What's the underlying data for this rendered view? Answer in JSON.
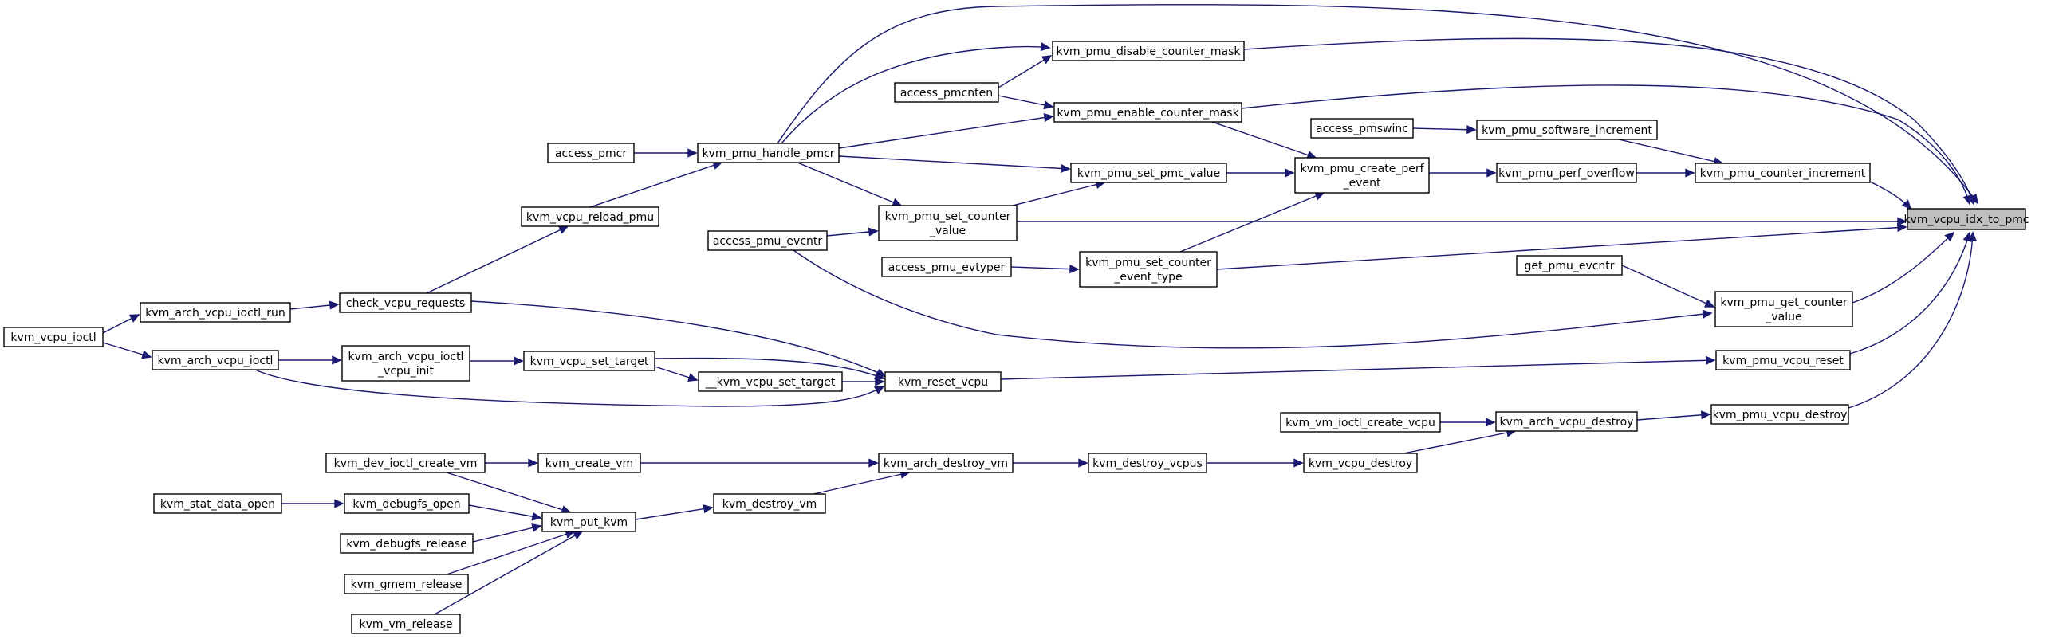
{
  "graph": {
    "target": "kvm_vcpu_idx_to_pmc",
    "nodes": [
      {
        "id": "target",
        "lines": [
          "kvm_vcpu_idx_to_pmc"
        ]
      },
      {
        "id": "disable_mask",
        "lines": [
          "kvm_pmu_disable_counter_mask"
        ]
      },
      {
        "id": "access_pmcnten",
        "lines": [
          "access_pmcnten"
        ]
      },
      {
        "id": "enable_mask",
        "lines": [
          "kvm_pmu_enable_counter_mask"
        ]
      },
      {
        "id": "access_pmswinc",
        "lines": [
          "access_pmswinc"
        ]
      },
      {
        "id": "sw_increment",
        "lines": [
          "kvm_pmu_software_increment"
        ]
      },
      {
        "id": "access_pmcr",
        "lines": [
          "access_pmcr"
        ]
      },
      {
        "id": "handle_pmcr",
        "lines": [
          "kvm_pmu_handle_pmcr"
        ]
      },
      {
        "id": "set_pmc_value",
        "lines": [
          "kvm_pmu_set_pmc_value"
        ]
      },
      {
        "id": "create_perf_event",
        "lines": [
          "kvm_pmu_create_perf",
          "_event"
        ]
      },
      {
        "id": "perf_overflow",
        "lines": [
          "kvm_pmu_perf_overflow"
        ]
      },
      {
        "id": "counter_increment",
        "lines": [
          "kvm_pmu_counter_increment"
        ]
      },
      {
        "id": "reload_pmu",
        "lines": [
          "kvm_vcpu_reload_pmu"
        ]
      },
      {
        "id": "set_counter_value",
        "lines": [
          "kvm_pmu_set_counter",
          "_value"
        ]
      },
      {
        "id": "access_pmu_evcntr",
        "lines": [
          "access_pmu_evcntr"
        ]
      },
      {
        "id": "access_pmu_evtyper",
        "lines": [
          "access_pmu_evtyper"
        ]
      },
      {
        "id": "set_counter_event_type",
        "lines": [
          "kvm_pmu_set_counter",
          "_event_type"
        ]
      },
      {
        "id": "get_pmu_evcntr",
        "lines": [
          "get_pmu_evcntr"
        ]
      },
      {
        "id": "get_counter_value",
        "lines": [
          "kvm_pmu_get_counter",
          "_value"
        ]
      },
      {
        "id": "vcpu_ioctl",
        "lines": [
          "kvm_vcpu_ioctl"
        ]
      },
      {
        "id": "arch_vcpu_ioctl_run",
        "lines": [
          "kvm_arch_vcpu_ioctl_run"
        ]
      },
      {
        "id": "check_vcpu_requests",
        "lines": [
          "check_vcpu_requests"
        ]
      },
      {
        "id": "arch_vcpu_ioctl",
        "lines": [
          "kvm_arch_vcpu_ioctl"
        ]
      },
      {
        "id": "arch_vcpu_ioctl_vcpu_init",
        "lines": [
          "kvm_arch_vcpu_ioctl",
          "_vcpu_init"
        ]
      },
      {
        "id": "vcpu_set_target",
        "lines": [
          "kvm_vcpu_set_target"
        ]
      },
      {
        "id": "__vcpu_set_target",
        "lines": [
          "__kvm_vcpu_set_target"
        ]
      },
      {
        "id": "reset_vcpu",
        "lines": [
          "kvm_reset_vcpu"
        ]
      },
      {
        "id": "pmu_vcpu_reset",
        "lines": [
          "kvm_pmu_vcpu_reset"
        ]
      },
      {
        "id": "vm_ioctl_create_vcpu",
        "lines": [
          "kvm_vm_ioctl_create_vcpu"
        ]
      },
      {
        "id": "arch_vcpu_destroy",
        "lines": [
          "kvm_arch_vcpu_destroy"
        ]
      },
      {
        "id": "pmu_vcpu_destroy",
        "lines": [
          "kvm_pmu_vcpu_destroy"
        ]
      },
      {
        "id": "dev_ioctl_create_vm",
        "lines": [
          "kvm_dev_ioctl_create_vm"
        ]
      },
      {
        "id": "create_vm",
        "lines": [
          "kvm_create_vm"
        ]
      },
      {
        "id": "arch_destroy_vm",
        "lines": [
          "kvm_arch_destroy_vm"
        ]
      },
      {
        "id": "destroy_vcpus",
        "lines": [
          "kvm_destroy_vcpus"
        ]
      },
      {
        "id": "vcpu_destroy",
        "lines": [
          "kvm_vcpu_destroy"
        ]
      },
      {
        "id": "stat_data_open",
        "lines": [
          "kvm_stat_data_open"
        ]
      },
      {
        "id": "debugfs_open",
        "lines": [
          "kvm_debugfs_open"
        ]
      },
      {
        "id": "put_kvm",
        "lines": [
          "kvm_put_kvm"
        ]
      },
      {
        "id": "destroy_vm",
        "lines": [
          "kvm_destroy_vm"
        ]
      },
      {
        "id": "debugfs_release",
        "lines": [
          "kvm_debugfs_release"
        ]
      },
      {
        "id": "gmem_release",
        "lines": [
          "kvm_gmem_release"
        ]
      },
      {
        "id": "vm_release",
        "lines": [
          "kvm_vm_release"
        ]
      }
    ],
    "edges": [
      [
        "disable_mask",
        "target"
      ],
      [
        "enable_mask",
        "target"
      ],
      [
        "counter_increment",
        "target"
      ],
      [
        "set_counter_value",
        "target"
      ],
      [
        "set_counter_event_type",
        "target"
      ],
      [
        "get_counter_value",
        "target"
      ],
      [
        "pmu_vcpu_reset",
        "target"
      ],
      [
        "pmu_vcpu_destroy",
        "target"
      ],
      [
        "handle_pmcr",
        "target"
      ],
      [
        "access_pmcnten",
        "disable_mask"
      ],
      [
        "handle_pmcr",
        "disable_mask"
      ],
      [
        "access_pmcnten",
        "enable_mask"
      ],
      [
        "handle_pmcr",
        "enable_mask"
      ],
      [
        "access_pmcr",
        "handle_pmcr"
      ],
      [
        "reload_pmu",
        "handle_pmcr"
      ],
      [
        "access_pmswinc",
        "sw_increment"
      ],
      [
        "sw_increment",
        "counter_increment"
      ],
      [
        "perf_overflow",
        "counter_increment"
      ],
      [
        "create_perf_event",
        "perf_overflow"
      ],
      [
        "set_pmc_value",
        "create_perf_event"
      ],
      [
        "enable_mask",
        "create_perf_event"
      ],
      [
        "set_counter_event_type",
        "create_perf_event"
      ],
      [
        "handle_pmcr",
        "set_pmc_value"
      ],
      [
        "set_counter_value",
        "set_pmc_value"
      ],
      [
        "handle_pmcr",
        "set_counter_value"
      ],
      [
        "access_pmu_evcntr",
        "set_counter_value"
      ],
      [
        "access_pmu_evtyper",
        "set_counter_event_type"
      ],
      [
        "get_pmu_evcntr",
        "get_counter_value"
      ],
      [
        "access_pmu_evcntr",
        "get_counter_value"
      ],
      [
        "check_vcpu_requests",
        "reload_pmu"
      ],
      [
        "arch_vcpu_ioctl_run",
        "check_vcpu_requests"
      ],
      [
        "vcpu_ioctl",
        "arch_vcpu_ioctl_run"
      ],
      [
        "vcpu_ioctl",
        "arch_vcpu_ioctl"
      ],
      [
        "arch_vcpu_ioctl",
        "arch_vcpu_ioctl_vcpu_init"
      ],
      [
        "arch_vcpu_ioctl_vcpu_init",
        "vcpu_set_target"
      ],
      [
        "vcpu_set_target",
        "__vcpu_set_target"
      ],
      [
        "check_vcpu_requests",
        "reset_vcpu"
      ],
      [
        "vcpu_set_target",
        "reset_vcpu"
      ],
      [
        "__vcpu_set_target",
        "reset_vcpu"
      ],
      [
        "arch_vcpu_ioctl",
        "reset_vcpu"
      ],
      [
        "reset_vcpu",
        "pmu_vcpu_reset"
      ],
      [
        "vm_ioctl_create_vcpu",
        "arch_vcpu_destroy"
      ],
      [
        "vcpu_destroy",
        "arch_vcpu_destroy"
      ],
      [
        "arch_vcpu_destroy",
        "pmu_vcpu_destroy"
      ],
      [
        "destroy_vcpus",
        "vcpu_destroy"
      ],
      [
        "arch_destroy_vm",
        "destroy_vcpus"
      ],
      [
        "create_vm",
        "arch_destroy_vm"
      ],
      [
        "destroy_vm",
        "arch_destroy_vm"
      ],
      [
        "dev_ioctl_create_vm",
        "create_vm"
      ],
      [
        "dev_ioctl_create_vm",
        "put_kvm"
      ],
      [
        "stat_data_open",
        "debugfs_open"
      ],
      [
        "debugfs_open",
        "put_kvm"
      ],
      [
        "debugfs_release",
        "put_kvm"
      ],
      [
        "gmem_release",
        "put_kvm"
      ],
      [
        "vm_release",
        "put_kvm"
      ],
      [
        "put_kvm",
        "destroy_vm"
      ]
    ]
  }
}
